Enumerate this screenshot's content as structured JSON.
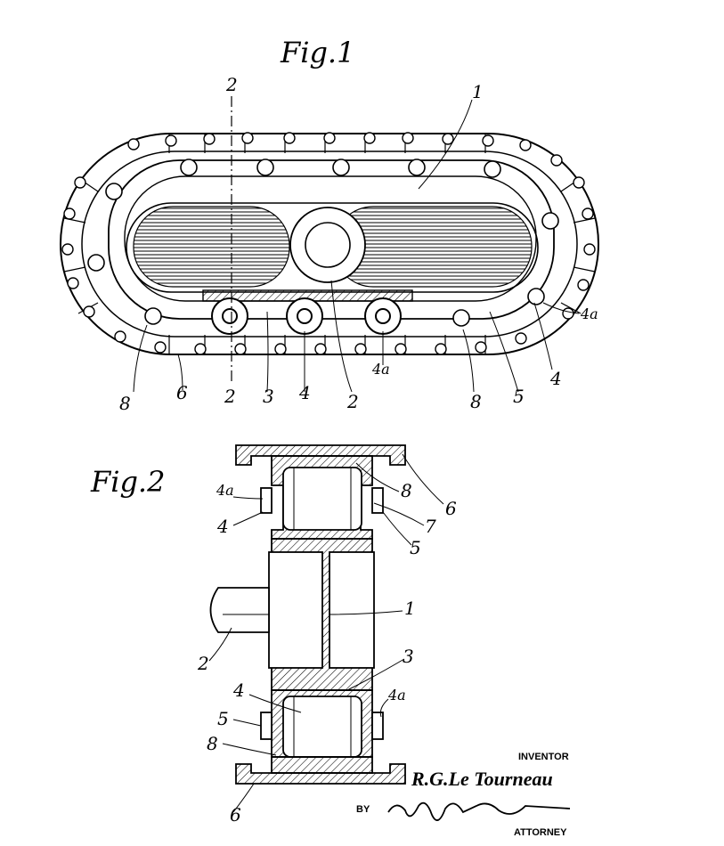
{
  "figures": {
    "fig1_title": "Fig.1",
    "fig2_title": "Fig.2"
  },
  "fig1_labels": {
    "section_top": "2",
    "n1": "1",
    "n4a_right": "4a",
    "n4": "4",
    "n8_left": "8",
    "n6": "6",
    "n2_a": "2",
    "n3": "3",
    "n4_mid": "4",
    "n2_b": "2",
    "n4a_bottom": "4a",
    "n8_right": "8",
    "n5": "5"
  },
  "fig2_labels": {
    "n4a_top": "4a",
    "n4_top": "4",
    "n8_top": "8",
    "n6_top": "6",
    "n7": "7",
    "n5_top": "5",
    "n1": "1",
    "n2": "2",
    "n3": "3",
    "n4_bot": "4",
    "n4a_bot": "4a",
    "n5_bot": "5",
    "n8_bot": "8",
    "n6_bot": "6"
  },
  "signature_block": {
    "inventor_heading": "INVENTOR",
    "inventor_name": "R.G.Le Tourneau",
    "by": "BY",
    "attorney_heading": "ATTORNEY"
  },
  "colors": {
    "ink": "#000000",
    "paper": "#ffffff"
  }
}
